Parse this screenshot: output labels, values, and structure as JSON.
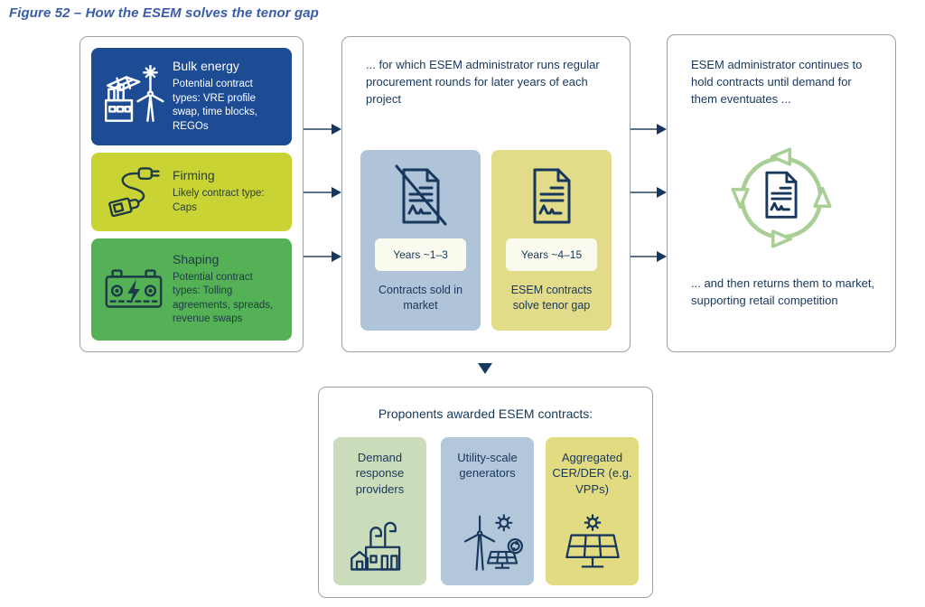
{
  "title": "Figure 52 – How the ESEM solves the tenor gap",
  "colors": {
    "title_blue": "#3A5CA8",
    "ink_navy": "#17375C",
    "bulk_blue": "#1E4C94",
    "firming_lime": "#C9D434",
    "shaping_green": "#55B155",
    "steel_blue": "#AFC3D9",
    "khaki_yellow": "#E2DB8A",
    "pill_bg": "#FAFBEE",
    "bottom_green": "#CBDCBA",
    "bottom_steel": "#B3C7DB",
    "bottom_khaki": "#E3DB81",
    "cycle_green": "#A9CF96"
  },
  "left_panel": {
    "items": [
      {
        "heading": "Bulk energy",
        "body": "Potential contract types: VRE profile swap, time blocks, REGOs",
        "icon": "power-plant-icon"
      },
      {
        "heading": "Firming",
        "body": "Likely contract type: Caps",
        "icon": "plug-icon"
      },
      {
        "heading": "Shaping",
        "body": "Potential contract types: Tolling agreements, spreads, revenue swaps",
        "icon": "battery-icon"
      }
    ]
  },
  "middle_panel": {
    "text": "... for which ESEM administrator runs regular procurement rounds for later years of each project",
    "cards": [
      {
        "years": "Years ~1–3",
        "caption": "Contracts sold in market",
        "icon": "document-crossed-icon"
      },
      {
        "years": "Years ~4–15",
        "caption": "ESEM contracts solve tenor gap",
        "icon": "document-icon"
      }
    ]
  },
  "right_panel": {
    "text_top": "ESEM administrator continues to hold contracts until demand for them eventuates ...",
    "text_bottom": "... and then returns them to market, supporting retail competition",
    "icon": "contract-cycle-icon"
  },
  "bottom_panel": {
    "heading": "Proponents awarded ESEM contracts:",
    "cards": [
      {
        "label": "Demand response providers",
        "icon": "factory-icon"
      },
      {
        "label": "Utility-scale generators",
        "icon": "wind-turbine-icon"
      },
      {
        "label": "Aggregated CER/DER (e.g. VPPs)",
        "icon": "solar-panel-icon"
      }
    ]
  }
}
